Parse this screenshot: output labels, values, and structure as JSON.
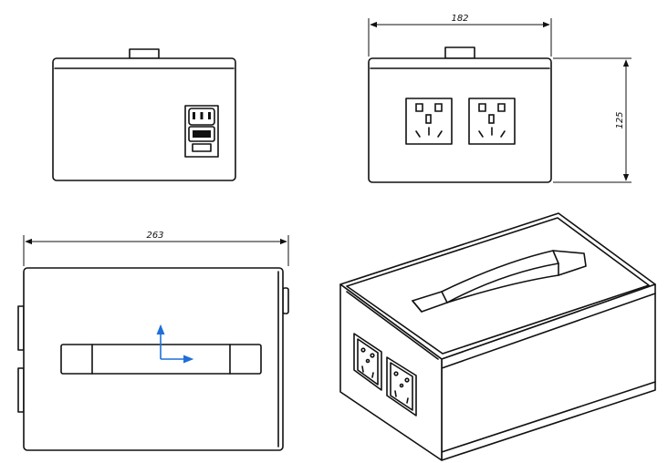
{
  "dimensions": {
    "depth_label": "182",
    "height_label": "125",
    "width_label": "263"
  },
  "colors": {
    "line": "#111111",
    "axis": "#1f6fd8",
    "background": "#ffffff"
  }
}
